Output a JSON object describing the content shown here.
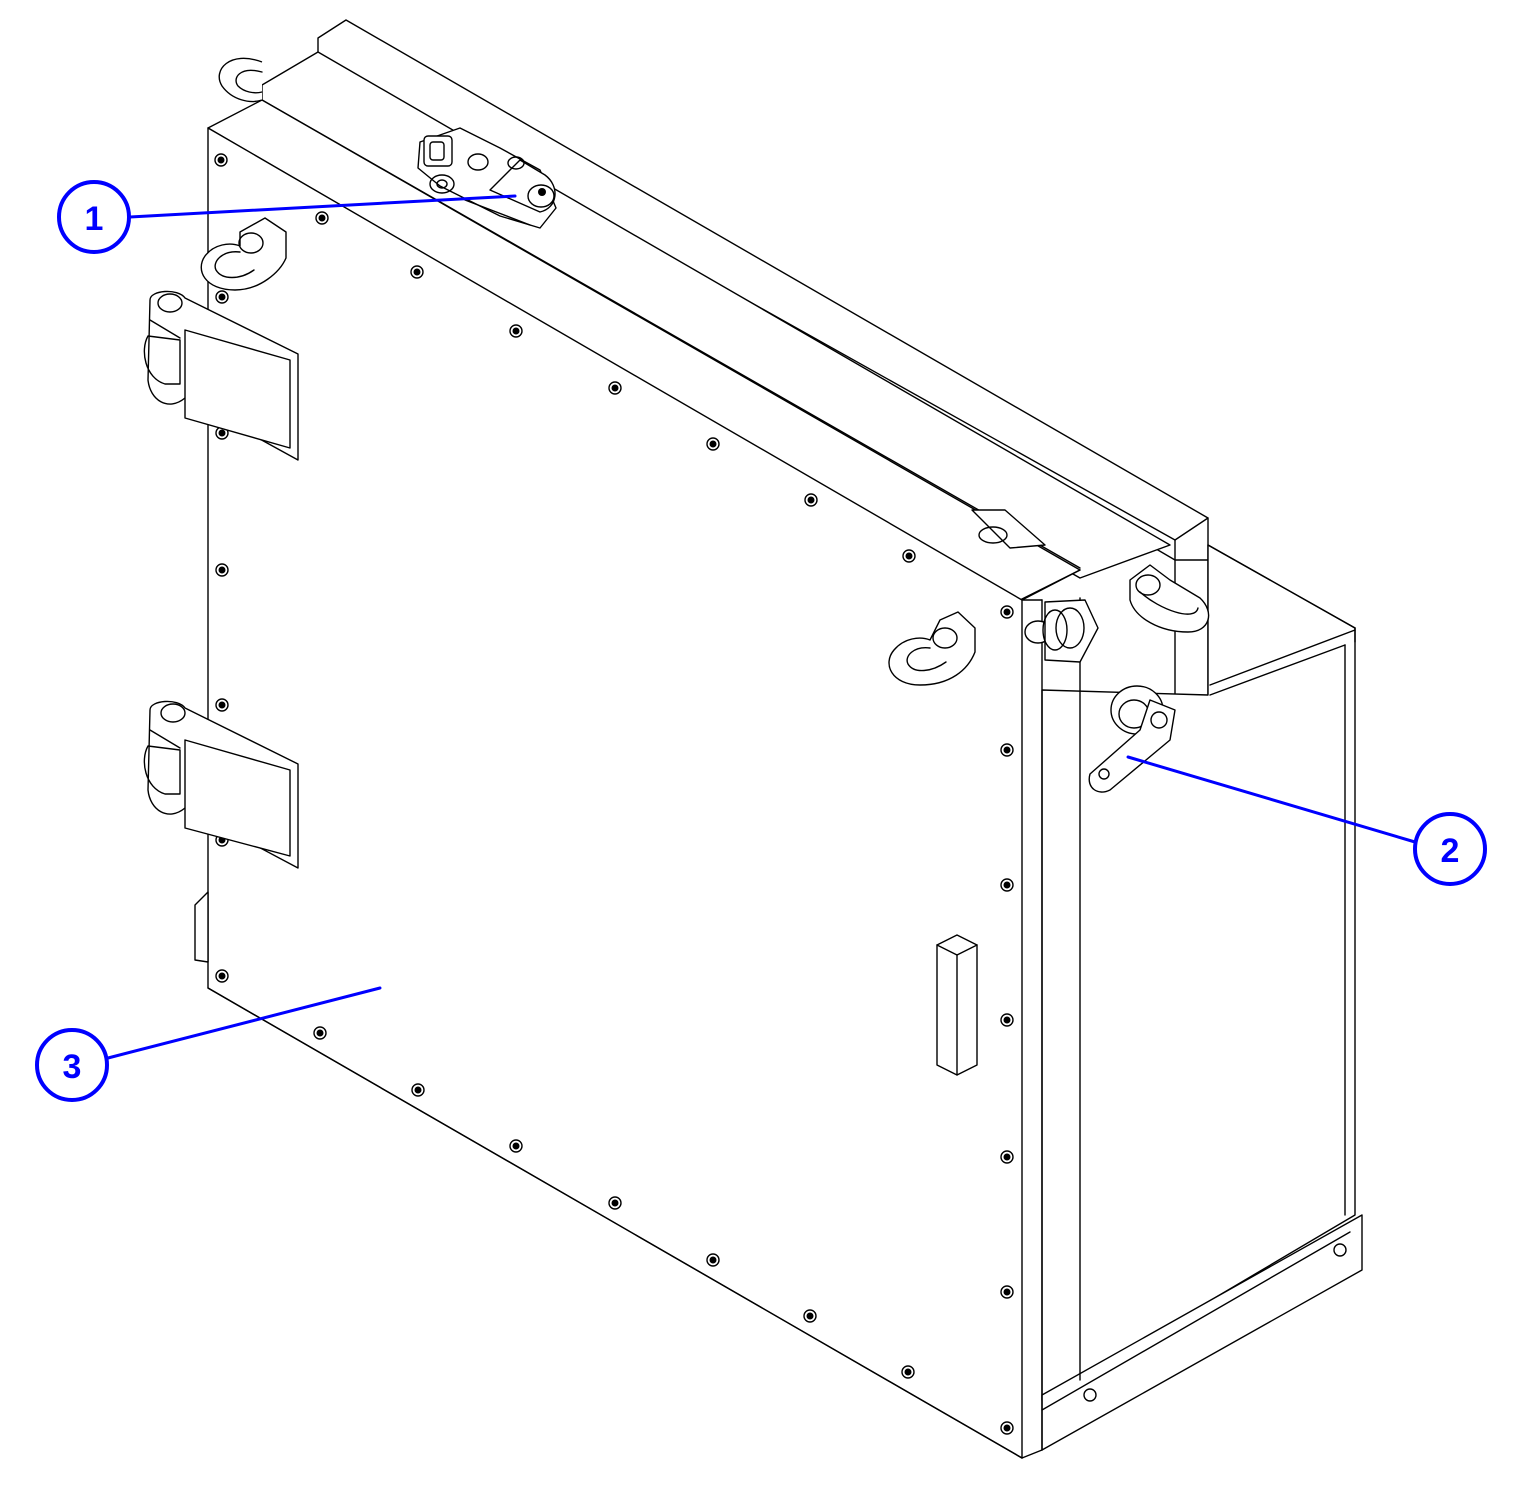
{
  "callouts": [
    {
      "id": "1",
      "label": "1"
    },
    {
      "id": "2",
      "label": "2"
    },
    {
      "id": "3",
      "label": "3"
    }
  ],
  "colors": {
    "callout": "#0000ff",
    "line": "#000000",
    "background": "#ffffff"
  }
}
